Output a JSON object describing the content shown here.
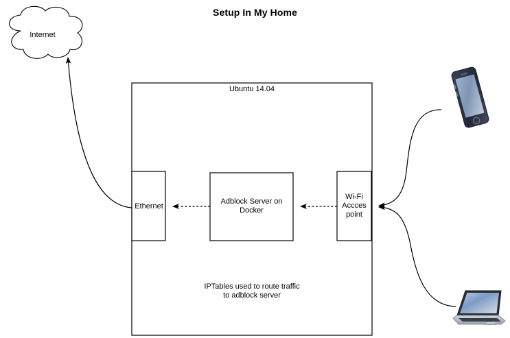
{
  "page": {
    "title": "Setup In My Home",
    "background_color": "#ffffff",
    "stroke_color": "#000000",
    "text_color": "#000000"
  },
  "nodes": {
    "internet_cloud": {
      "label": "Internet",
      "shape": "cloud",
      "fill": "#ffffff",
      "stroke": "#000000"
    },
    "host": {
      "label": "Ubuntu 14.04",
      "shape": "rectangle",
      "fill": "#ffffff",
      "stroke": "#000000"
    },
    "ethernet": {
      "label": "Ethernet",
      "shape": "rectangle",
      "fill": "#ffffff",
      "stroke": "#000000"
    },
    "adblock": {
      "label": "Adblock Server on\nDocker",
      "shape": "rectangle",
      "fill": "#ffffff",
      "stroke": "#000000"
    },
    "wifi_ap": {
      "label": "Wi-Fi\nAccces\npoint",
      "shape": "rectangle",
      "fill": "#ffffff",
      "stroke": "#000000"
    },
    "iptables_note": {
      "label": "IPTables used to route traffic\nto adblock server",
      "shape": "text"
    },
    "phone": {
      "icon": "smartphone-icon",
      "body_color": "#2b3044",
      "screen_color": "#7f95b5"
    },
    "laptop": {
      "icon": "laptop-icon",
      "body_color": "#b9bfc9",
      "screen_color": "#8aa3c8"
    }
  },
  "edges": [
    {
      "name": "ethernet-to-internet",
      "from": "ethernet",
      "to": "internet_cloud",
      "style": "solid-curve",
      "arrow": "end"
    },
    {
      "name": "adblock-to-ethernet",
      "from": "adblock",
      "to": "ethernet",
      "style": "dashed",
      "arrow": "end"
    },
    {
      "name": "wifi-to-adblock",
      "from": "wifi_ap",
      "to": "adblock",
      "style": "dashed",
      "arrow": "end"
    },
    {
      "name": "phone-to-wifi",
      "from": "phone",
      "to": "wifi_ap",
      "style": "solid-curve",
      "arrow": "end"
    },
    {
      "name": "laptop-to-wifi",
      "from": "laptop",
      "to": "wifi_ap",
      "style": "solid-curve",
      "arrow": "end"
    }
  ]
}
